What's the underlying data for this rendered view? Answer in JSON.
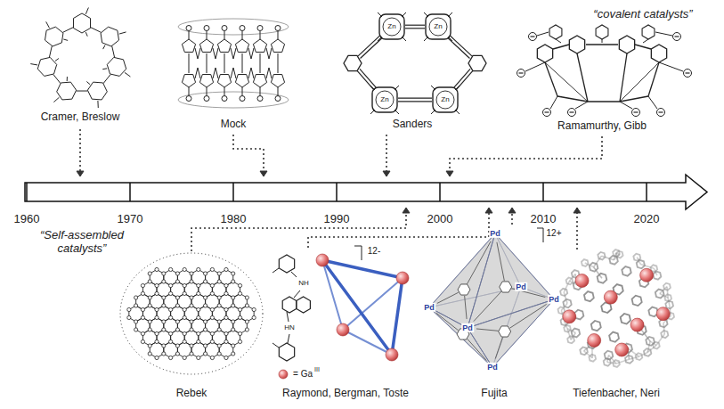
{
  "diagram": {
    "labels": [
      "“covalent catalysts”",
      "Cramer, Breslow",
      "Mock",
      "Sanders",
      "Ramamurthy, Gibb",
      "1960",
      "1970",
      "1980",
      "1990",
      "2000",
      "2010",
      "2020",
      "“Self-assembled catalysts”",
      "Rebek",
      "Raymond, Bergman, Toste",
      "Fujita",
      "Tiefenbacher, Neri",
      "12-",
      "12+",
      "= Ga",
      "III",
      "Pd",
      "Pd",
      "Pd",
      "Pd",
      "Pd",
      "Pd",
      "Zn",
      "Zn",
      "Zn",
      "Zn",
      "NH",
      "HN"
    ]
  }
}
